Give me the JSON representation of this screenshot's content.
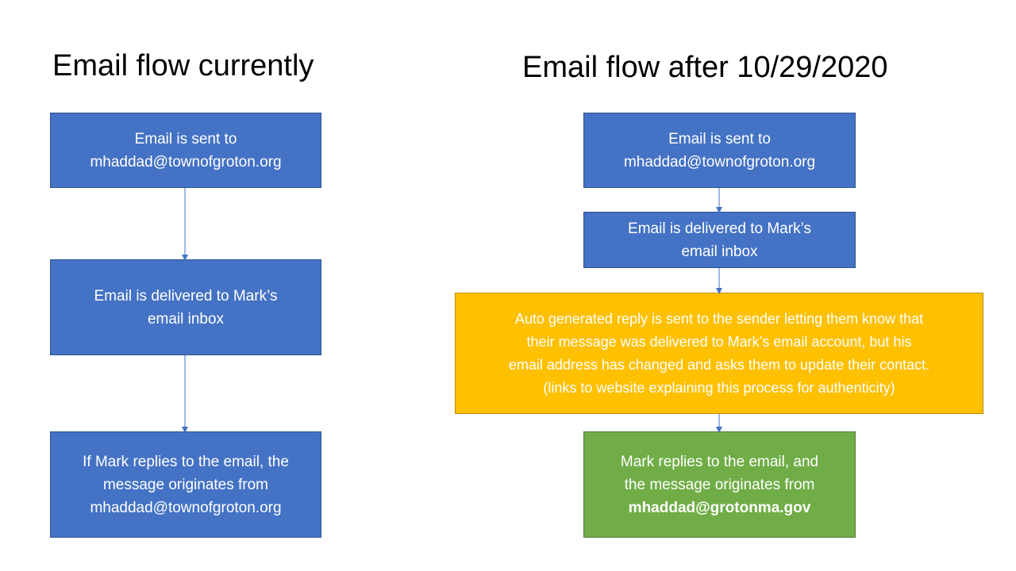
{
  "left_flow": {
    "title": "Email flow currently",
    "step1": [
      "Email is sent to",
      "mhaddad@townofgroton.org"
    ],
    "step2": [
      "Email is delivered to Mark’s",
      "email inbox"
    ],
    "step3": [
      "If Mark replies to the email, the",
      "message originates from",
      "mhaddad@townofgroton.org"
    ]
  },
  "right_flow": {
    "title": "Email flow after 10/29/2020",
    "step1": [
      "Email is sent to",
      "mhaddad@townofgroton.org"
    ],
    "step2": [
      "Email is delivered to Mark’s",
      "email inbox"
    ],
    "step3": [
      "Auto generated reply is sent to the sender letting them know that",
      "their message was delivered to Mark’s email account, but his",
      "email address has changed and asks them to update their contact.",
      "(links to website explaining this process for authenticity)"
    ],
    "step4": [
      "Mark replies to the email, and",
      "the message originates from",
      "mhaddad@grotonma.gov"
    ]
  },
  "colors": {
    "blue_box": "#4472C4",
    "yellow_box": "#FFC000",
    "green_box": "#70AD47",
    "connector": "#4472C4"
  }
}
